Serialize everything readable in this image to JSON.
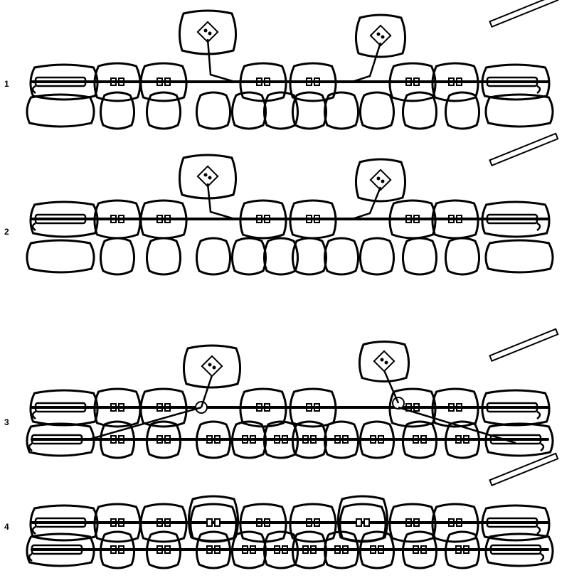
{
  "figure": {
    "panels": [
      {
        "label": "1",
        "mode": "cantilever-upper",
        "lower_brackets": false,
        "impacted_style": "high"
      },
      {
        "label": "2",
        "mode": "cantilever-upper",
        "lower_brackets": false,
        "impacted_style": "high"
      },
      {
        "label": "3",
        "mode": "elastics-to-lower",
        "lower_brackets": true,
        "impacted_style": "erupting"
      },
      {
        "label": "4",
        "mode": "aligned",
        "lower_brackets": true,
        "impacted_style": "none"
      }
    ]
  }
}
